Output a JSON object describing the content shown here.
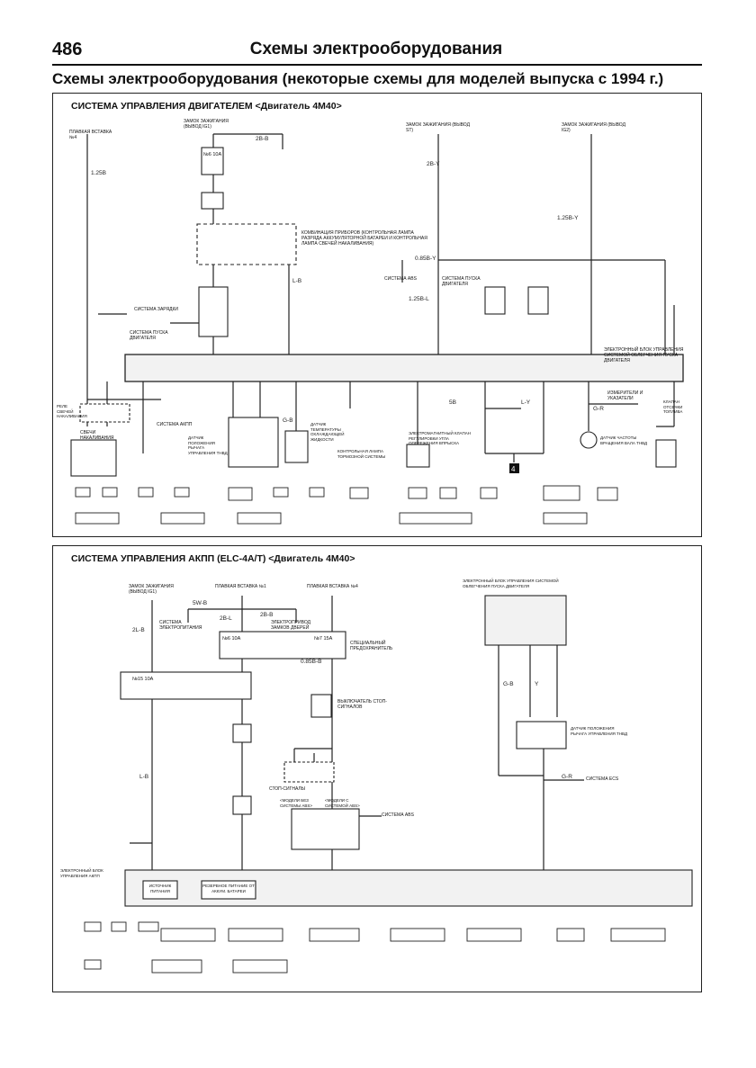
{
  "header": {
    "page_number": "486",
    "title": "Схемы электрооборудования",
    "subtitle": "Схемы электрооборудования (некоторые схемы для моделей выпуска с 1994 г.)"
  },
  "diagram1": {
    "title": "СИСТЕМА УПРАВЛЕНИЯ ДВИГАТЕЛЕМ <Двигатель 4М40>",
    "labels": {
      "fuse_block": "ПЛАВКАЯ ВСТАВКА №4",
      "ignition_ig1": "ЗАМОК ЗАЖИГАНИЯ (ВЫВОД IG1)",
      "ignition_st": "ЗАМОК ЗАЖИГАНИЯ (ВЫВОД ST)",
      "ignition_ig2": "ЗАМОК ЗАЖИГАНИЯ (ВЫВОД IG2)",
      "fuse_no6": "№6 10A",
      "instrument_cluster": "КОМБИНАЦИЯ ПРИБОРОВ (КОНТРОЛЬНАЯ ЛАМПА РАЗРЯДА АККУМУЛЯТОРНОЙ БАТАРЕИ И КОНТРОЛЬНАЯ ЛАМПА СВЕЧЕЙ НАКАЛИВАНИЯ)",
      "abs_system": "СИСТЕМА ABS",
      "start_system": "СИСТЕМА ПУСКА ДВИГАТЕЛЯ",
      "charging_system": "СИСТЕМА ЗАРЯДКИ",
      "start_system_2": "СИСТЕМА ПУСКА ДВИГАТЕЛЯ",
      "ecu": "ЭЛЕКТРОННЫЙ БЛОК УПРАВЛЕНИЯ СИСТЕМОЙ ОБЛЕГЧЕНИЯ ПУСКА ДВИГАТЕЛЯ",
      "glow_relay": "РЕЛЕ СВЕЧЕЙ НАКАЛИВАНИЯ",
      "glow_plugs": "СВЕЧИ НАКАЛИВАНИЯ",
      "at_system": "СИСТЕМА АКПП",
      "pedal_sensor": "ДАТЧИК ПОЛОЖЕНИЯ РЫЧАГА УПРАВЛЕНИЯ ТНВД",
      "coolant_sensor": "ДАТЧИК ТЕМПЕРАТУРЫ ОХЛАЖДАЮЩЕЙ ЖИДКОСТИ",
      "brake_lamp": "КОНТРОЛЬНАЯ ЛАМПА ТОРМОЗНОЙ СИСТЕМЫ",
      "timer_valve": "ЭЛЕКТРОМАГНИТНЫЙ КЛАПАН РЕГУЛИРОВКИ УГЛА ОПЕРЕЖЕНИЯ ВПРЫСКА",
      "tacho": "ИЗМЕРИТЕЛИ И УКАЗАТЕЛИ",
      "speed_sensor": "ДАТЧИК ЧАСТОТЫ ВРАЩЕНИЯ ВАЛА ТНВД",
      "cutoff": "КЛАПАН ОТСЕЧКИ ТОПЛИВА"
    },
    "wires": [
      "2B-B",
      "1.25B-Y",
      "0.85B-Y",
      "1.25B-L",
      "L-B",
      "G-B",
      "L-Y",
      "G-R",
      "2B-Y",
      "5B",
      "1.25B"
    ],
    "ground_label": "4"
  },
  "diagram2": {
    "title": "СИСТЕМА УПРАВЛЕНИЯ АКПП (ELC-4A/T) <Двигатель 4М40>",
    "labels": {
      "ignition_ig1": "ЗАМОК ЗАЖИГАНИЯ (ВЫВОД IG1)",
      "fuse_block_a": "ПЛАВКАЯ ВСТАВКА №1",
      "fuse_block_b": "ПЛАВКАЯ ВСТАВКА №4",
      "power_system": "СИСТЕМА ЭЛЕКТРОПИТАНИЯ",
      "door_lock": "ЭЛЕКТРОПРИВОД ЗАМКОВ ДВЕРЕЙ",
      "fuse_no6": "№6 10A",
      "fuse_no7": "№7 15A",
      "fuse_no15": "№15 10A",
      "special_fuse": "СПЕЦИАЛЬНЫЙ ПРЕДОХРАНИТЕЛЬ",
      "stop_switch": "ВЫКЛЮЧАТЕЛЬ СТОП-СИГНАЛОВ",
      "stop_lamps": "СТОП-СИГНАЛЫ",
      "no_abs": "<МОДЕЛИ БЕЗ СИСТЕМЫ ABS>",
      "with_abs": "<МОДЕЛИ С СИСТЕМОЙ ABS>",
      "abs_system": "СИСТЕМА ABS",
      "engine_ecu": "ЭЛЕКТРОННЫЙ БЛОК УПРАВЛЕНИЯ СИСТЕМОЙ ОБЛЕГЧЕНИЯ ПУСКА ДВИГАТЕЛЯ",
      "pedal_sensor": "ДАТЧИК ПОЛОЖЕНИЯ РЫЧАГА УПРАВЛЕНИЯ ТНВД",
      "ecu_system": "СИСТЕМА ECS",
      "at_ecu": "ЭЛЕКТРОННЫЙ БЛОК УПРАВЛЕНИЯ АКПП",
      "power_src": "ИСТОЧНИК ПИТАНИЯ",
      "backup_power": "РЕЗЕРВНОЕ ПИТАНИЕ ОТ АККУМ. БАТАРЕИ"
    },
    "wires": [
      "5W-B",
      "2B-L",
      "2B-B",
      "0.85B-B",
      "G-B",
      "L-B",
      "Y",
      "G-R",
      "2L-B"
    ]
  },
  "colors": {
    "ink": "#1a1a1a",
    "wire": "#222222",
    "box_fill": "#f2f2f2",
    "paper": "#ffffff"
  }
}
